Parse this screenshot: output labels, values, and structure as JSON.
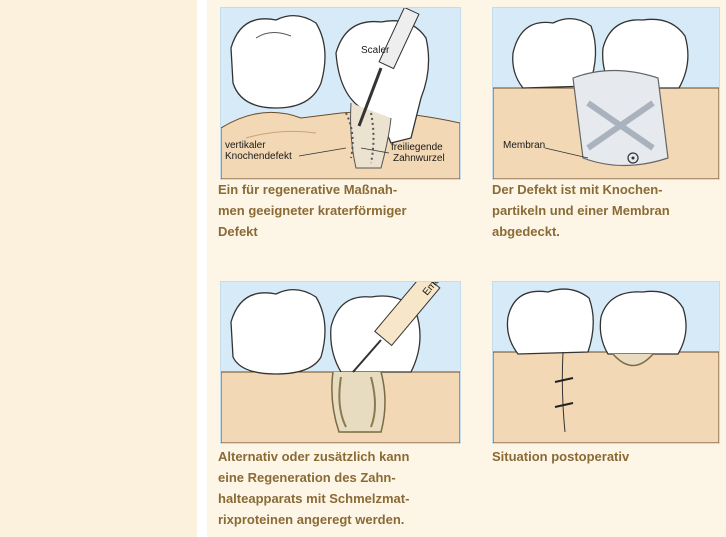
{
  "figures": [
    {
      "labels": {
        "scaler": "Scaler",
        "defect_line1": "vertikaler",
        "defect_line2": "Knochendefekt",
        "root_line1": "freiliegende",
        "root_line2": "Zahnwurzel"
      },
      "caption_lines": [
        "Ein für regenerative Maßnah-",
        "men geeigneter kraterförmiger",
        "Defekt"
      ]
    },
    {
      "labels": {
        "membrane": "Membran"
      },
      "caption_lines": [
        "Der Defekt ist mit Knochen-",
        "partikeln und einer Membran",
        "abgedeckt."
      ]
    },
    {
      "labels": {
        "syringe": "Emd"
      },
      "caption_lines": [
        "Alternativ oder zusätzlich kann",
        "eine Regeneration des Zahn-",
        "halteapparats mit Schmelzmat-",
        "rixproteinen angeregt werden."
      ]
    },
    {
      "labels": {},
      "caption_lines": [
        "Situation postoperativ"
      ]
    }
  ],
  "colors": {
    "sidebar": "#fbf1dc",
    "panel": "#fdf6e7",
    "figure_bg": "#d6ebf7",
    "caption": "#8a6a35"
  }
}
